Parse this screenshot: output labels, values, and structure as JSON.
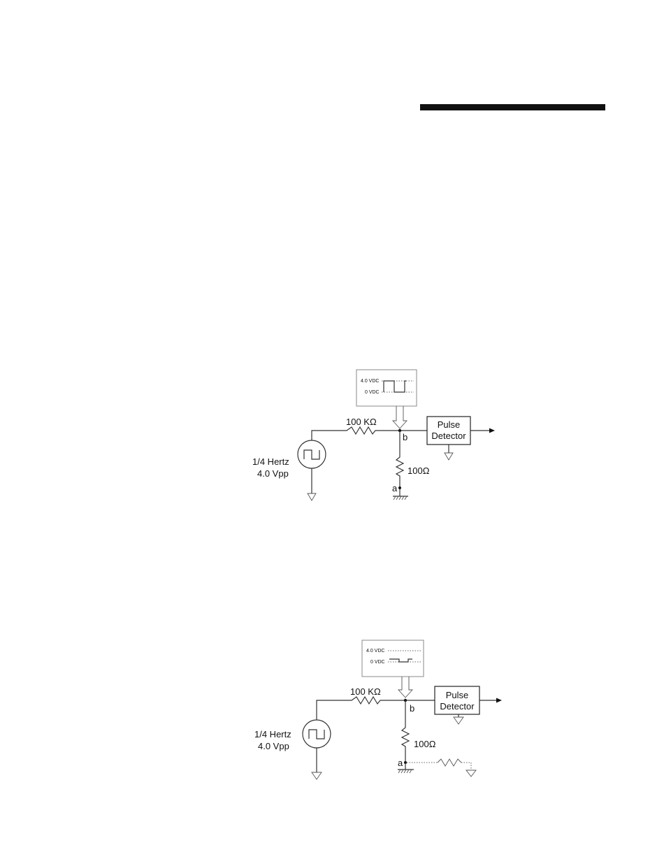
{
  "diagram_top": {
    "scope": {
      "high_label": "4.0 VDC",
      "low_label": "0 VDC"
    },
    "resistor_series": "100 KΩ",
    "resistor_shunt": "100Ω",
    "source": {
      "line1": "1/4 Hertz",
      "line2": "4.0 Vpp"
    },
    "node_b": "b",
    "node_a": "a",
    "detector": {
      "line1": "Pulse",
      "line2": "Detector"
    }
  },
  "diagram_bottom": {
    "scope": {
      "high_label": "4.0 VDC",
      "low_label": "0 VDC"
    },
    "resistor_series": "100 KΩ",
    "resistor_shunt": "100Ω",
    "source": {
      "line1": "1/4 Hertz",
      "line2": "4.0 Vpp"
    },
    "node_b": "b",
    "node_a": "a",
    "detector": {
      "line1": "Pulse",
      "line2": "Detector"
    }
  }
}
